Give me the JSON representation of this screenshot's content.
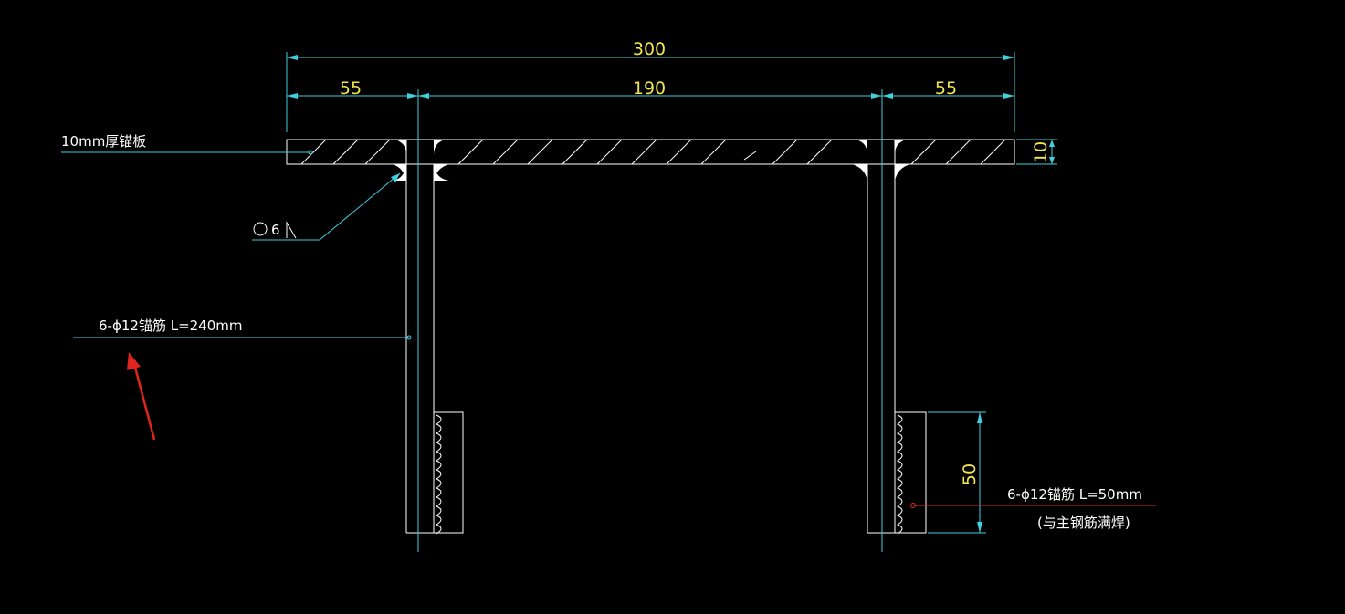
{
  "dimensions": {
    "overall": "300",
    "left_flange": "55",
    "middle": "190",
    "right_flange": "55",
    "plate_thickness": "10",
    "anchor_length": "50"
  },
  "labels": {
    "plate": "10mm厚锚板",
    "weld": "6",
    "rebar_main": "6-ϕ12锚筋 L=240mm",
    "rebar_short": "6-ϕ12锚筋 L=50mm",
    "rebar_short_note": "(与主钢筋满焊)"
  },
  "colors": {
    "background": "#000000",
    "dimension_line": "#3fd0e0",
    "dimension_text": "#f2e64d",
    "geometry": "#ffffff",
    "leader_red": "#e02a2a",
    "arrow": "#e0241e"
  }
}
